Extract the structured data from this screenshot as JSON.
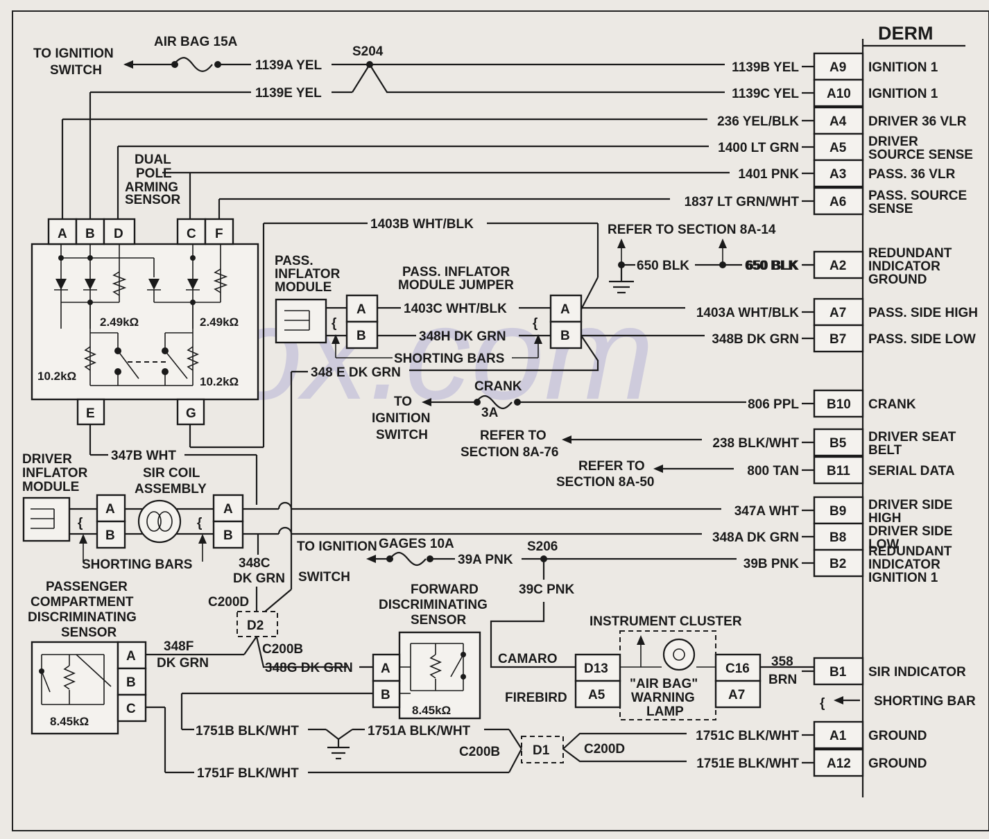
{
  "watermark": "sbox.com",
  "derm": {
    "title": "DERM",
    "pins": [
      {
        "pin": "A9",
        "function": "IGNITION 1",
        "wire": "1139B YEL"
      },
      {
        "pin": "A10",
        "function": "IGNITION 1",
        "wire": "1139C YEL"
      },
      {
        "pin": "A4",
        "function": "DRIVER 36 VLR",
        "wire": "236 YEL/BLK"
      },
      {
        "pin": "A5",
        "function": "DRIVER SOURCE SENSE",
        "wire": "1400 LT GRN"
      },
      {
        "pin": "A3",
        "function": "PASS. 36 VLR",
        "wire": "1401 PNK"
      },
      {
        "pin": "A6",
        "function": "PASS. SOURCE SENSE",
        "wire": "1837 LT GRN/WHT"
      },
      {
        "pin": "A2",
        "function": "REDUNDANT INDICATOR GROUND",
        "wire": "650 BLK"
      },
      {
        "pin": "A7",
        "function": "PASS. SIDE HIGH",
        "wire": "1403A WHT/BLK"
      },
      {
        "pin": "B7",
        "function": "PASS. SIDE LOW",
        "wire": "348B DK GRN"
      },
      {
        "pin": "B10",
        "function": "CRANK",
        "wire": "806 PPL"
      },
      {
        "pin": "B5",
        "function": "DRIVER SEAT BELT",
        "wire": "238 BLK/WHT"
      },
      {
        "pin": "B11",
        "function": "SERIAL DATA",
        "wire": "800 TAN"
      },
      {
        "pin": "B9",
        "function": "DRIVER SIDE HIGH",
        "wire": "347A WHT"
      },
      {
        "pin": "B8",
        "function": "DRIVER SIDE LOW",
        "wire": "348A DK GRN"
      },
      {
        "pin": "B2",
        "function": "REDUNDANT INDICATOR IGNITION 1",
        "wire": "39B PNK"
      },
      {
        "pin": "B1",
        "function": "SIR INDICATOR",
        "wire": "358 BRN"
      },
      {
        "pin": "A1",
        "function": "GROUND",
        "wire": "1751C BLK/WHT"
      },
      {
        "pin": "A12",
        "function": "GROUND",
        "wire": "1751E BLK/WHT"
      }
    ],
    "shorting_bar": "SHORTING BAR"
  },
  "labels": {
    "to_ignition_switch": "TO IGNITION SWITCH",
    "to_ign_1": "TO IGNITION",
    "to_ign_2": "SWITCH",
    "to_top_1": "TO IGNITION",
    "to_top_2": "SWITCH",
    "airbag_fuse": "AIR BAG 15A",
    "wire_1139a": "1139A YEL",
    "wire_1139e": "1139E YEL",
    "splice_s204": "S204",
    "arming_sensor_1": "DUAL",
    "arming_sensor_2": "POLE",
    "arming_sensor_3": "ARMING",
    "arming_sensor_4": "SENSOR",
    "res_249_left": "2.49kΩ",
    "res_249_right": "2.49kΩ",
    "res_102_left": "10.2kΩ",
    "res_102_right": "10.2kΩ",
    "wire_1403b": "1403B WHT/BLK",
    "refer_8a14": "REFER TO SECTION 8A-14",
    "wire_650_left": "650 BLK",
    "wire_650_right": "650 BLK",
    "pass_inflator_1": "PASS.",
    "pass_inflator_2": "INFLATOR",
    "pass_inflator_3": "MODULE",
    "pass_jumper_1": "PASS. INFLATOR",
    "pass_jumper_2": "MODULE JUMPER",
    "wire_1403c": "1403C WHT/BLK",
    "wire_348h": "348H DK GRN",
    "shorting_bars_top": "SHORTING BARS",
    "wire_348e": "348 E DK GRN",
    "crank_fuse_1": "CRANK",
    "crank_fuse_2": "3A",
    "to_ign_mid_1": "TO",
    "to_ign_mid_2": "IGNITION",
    "to_ign_mid_3": "SWITCH",
    "refer_8a76_1": "REFER TO",
    "refer_8a76_2": "SECTION 8A-76",
    "refer_8a50_1": "REFER TO",
    "refer_8a50_2": "SECTION 8A-50",
    "wire_347b": "347B WHT",
    "driver_inflator_1": "DRIVER",
    "driver_inflator_2": "INFLATOR",
    "driver_inflator_3": "MODULE",
    "sir_coil_1": "SIR COIL",
    "sir_coil_2": "ASSEMBLY",
    "shorting_bars_bottom": "SHORTING BARS",
    "wire_348c_1": "348C",
    "wire_348c_2": "DK GRN",
    "gages_fuse": "GAGES 10A",
    "wire_39a": "39A PNK",
    "splice_s206": "S206",
    "wire_39c": "39C PNK",
    "pcds_1": "PASSENGER",
    "pcds_2": "COMPARTMENT",
    "pcds_3": "DISCRIMINATING",
    "pcds_4": "SENSOR",
    "res_845_left": "8.45kΩ",
    "res_845_right": "8.45kΩ",
    "wire_348f_1": "348F",
    "wire_348f_2": "DK GRN",
    "c200d_top": "C200D",
    "d2": "D2",
    "c200b_top": "C200B",
    "wire_348g": "348G DK GRN",
    "fwd_sensor_1": "FORWARD",
    "fwd_sensor_2": "DISCRIMINATING",
    "fwd_sensor_3": "SENSOR",
    "instrument_cluster": "INSTRUMENT CLUSTER",
    "camaro": "CAMARO",
    "firebird": "FIREBIRD",
    "lamp_1": "\"AIR BAG\"",
    "lamp_2": "WARNING",
    "lamp_3": "LAMP",
    "wire_358_1": "358",
    "wire_358_2": "BRN",
    "wire_1751b": "1751B BLK/WHT",
    "wire_1751a": "1751A BLK/WHT",
    "wire_1751f": "1751F BLK/WHT",
    "c200b_bottom": "C200B",
    "d1": "D1",
    "c200d_bottom": "C200D"
  },
  "connectors": {
    "arming": [
      "A",
      "B",
      "D",
      "C",
      "F",
      "E",
      "G"
    ],
    "pass_module": [
      "A",
      "B"
    ],
    "jumper": [
      "A",
      "B"
    ],
    "driver_module": [
      "A",
      "B"
    ],
    "coil": [
      "A",
      "B"
    ],
    "pcds": [
      "A",
      "B",
      "C"
    ],
    "fwd": [
      "A",
      "B"
    ],
    "cluster_left": [
      "D13",
      "A5"
    ],
    "cluster_right": [
      "C16",
      "A7"
    ]
  }
}
